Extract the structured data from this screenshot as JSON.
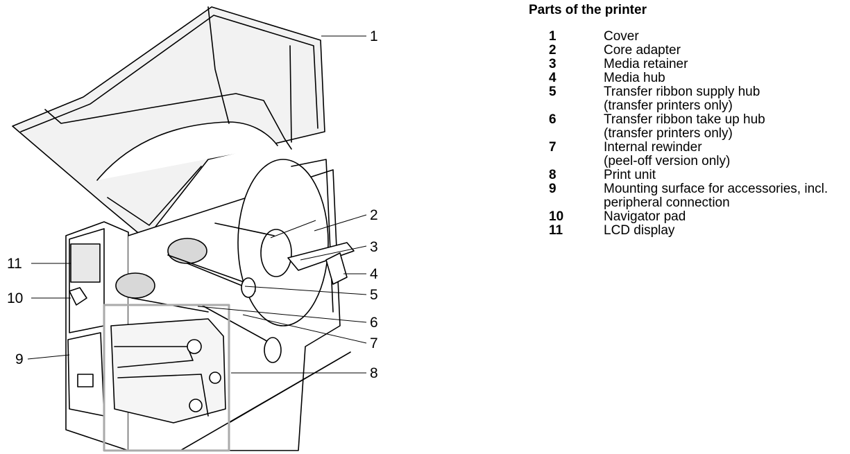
{
  "legend": {
    "title": "Parts of the printer",
    "items": [
      {
        "num": "1",
        "lines": [
          "Cover"
        ]
      },
      {
        "num": "2",
        "lines": [
          "Core adapter"
        ]
      },
      {
        "num": "3",
        "lines": [
          "Media retainer"
        ]
      },
      {
        "num": "4",
        "lines": [
          "Media hub"
        ]
      },
      {
        "num": "5",
        "lines": [
          "Transfer ribbon supply hub",
          "(transfer printers only)"
        ]
      },
      {
        "num": "6",
        "lines": [
          "Transfer ribbon take up hub",
          "(transfer printers only)"
        ]
      },
      {
        "num": "7",
        "lines": [
          "Internal rewinder",
          "(peel-off version only)"
        ]
      },
      {
        "num": "8",
        "lines": [
          "Print unit"
        ]
      },
      {
        "num": "9",
        "lines": [
          "Mounting surface for accessories, incl.",
          "peripheral connection"
        ]
      },
      {
        "num": "10",
        "lines": [
          "Navigator pad"
        ]
      },
      {
        "num": "11",
        "lines": [
          "LCD display"
        ]
      }
    ]
  },
  "callouts": {
    "c1": "1",
    "c2": "2",
    "c3": "3",
    "c4": "4",
    "c5": "5",
    "c6": "6",
    "c7": "7",
    "c8": "8",
    "c9": "9",
    "c10": "10",
    "c11": "11"
  }
}
